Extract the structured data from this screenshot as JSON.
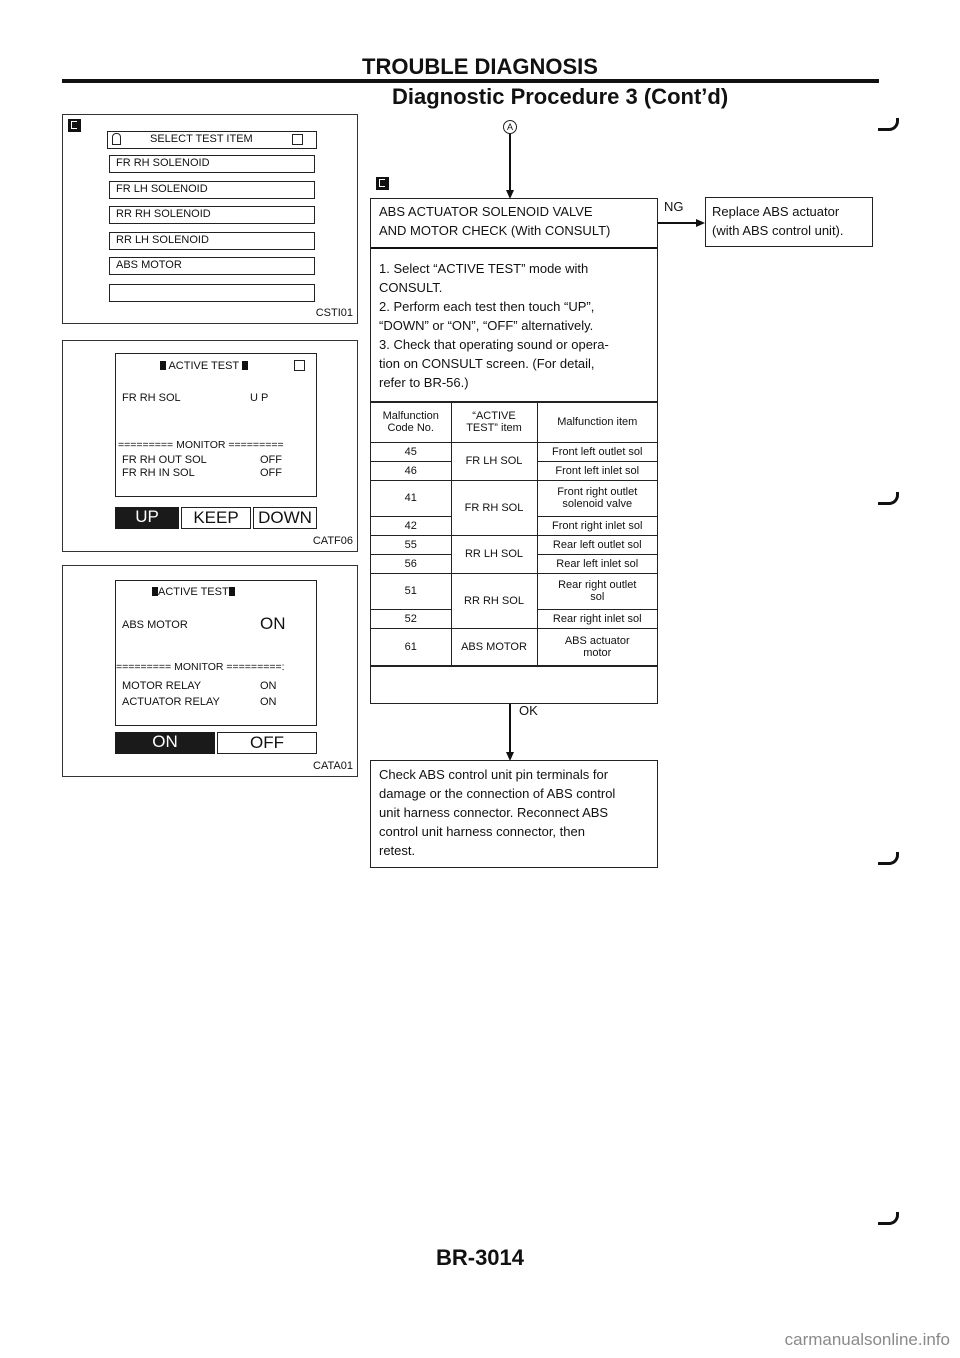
{
  "header": {
    "title": "TROUBLE DIAGNOSIS",
    "subtitle": "Diagnostic Procedure 3 (Cont’d)"
  },
  "panel1": {
    "header": "SELECT TEST ITEM",
    "items": [
      "FR RH SOLENOID",
      "FR LH SOLENOID",
      "RR RH SOLENOID",
      "RR LH SOLENOID",
      "ABS MOTOR",
      ""
    ],
    "code": "CSTI01"
  },
  "panel2": {
    "title": "ACTIVE TEST",
    "item_name": "FR RH SOL",
    "item_value": "U P",
    "monitor_line": "========= MONITOR =========",
    "rows": [
      {
        "label": "FR RH OUT SOL",
        "value": "OFF"
      },
      {
        "label": "FR RH  IN SOL",
        "value": "OFF"
      }
    ],
    "buttons": [
      "UP",
      "KEEP",
      "DOWN"
    ],
    "code": "CATF06"
  },
  "panel3": {
    "title": "ACTIVE TEST",
    "item_name": "ABS MOTOR",
    "item_value": "ON",
    "monitor_line": "========= MONITOR =========:",
    "rows": [
      {
        "label": "MOTOR RELAY",
        "value": "ON"
      },
      {
        "label": "ACTUATOR RELAY",
        "value": "ON"
      }
    ],
    "buttons": [
      "ON",
      "OFF"
    ],
    "code": "CATA01"
  },
  "flow": {
    "connector": "A",
    "box_title_line1": "ABS ACTUATOR SOLENOID VALVE",
    "box_title_line2": "AND MOTOR CHECK (With CONSULT)",
    "steps": [
      "1. Select “ACTIVE TEST” mode with",
      "    CONSULT.",
      "2. Perform each test then touch “UP”,",
      "    “DOWN” or “ON”, “OFF” alternatively.",
      "3. Check that operating sound or opera-",
      "    tion on CONSULT screen. (For detail,",
      "    refer to BR-56.)"
    ],
    "table": {
      "headers": [
        "Malfunction Code No.",
        "“ACTIVE TEST” item",
        "Malfunction item"
      ],
      "h1a": "Malfunction",
      "h1b": "Code No.",
      "h2a": "“ACTIVE",
      "h2b": "TEST” item",
      "h3": "Malfunction item",
      "c45": "45",
      "c46": "46",
      "c41": "41",
      "c42": "42",
      "c55": "55",
      "c56": "56",
      "c51": "51",
      "c52": "52",
      "c61": "61",
      "g1": "FR LH SOL",
      "g2": "FR RH SOL",
      "g3": "RR LH SOL",
      "g4": "RR RH SOL",
      "g5": "ABS MOTOR",
      "m45": "Front left outlet sol",
      "m46": "Front left inlet sol",
      "m41a": "Front right outlet",
      "m41b": "solenoid valve",
      "m42": "Front right inlet sol",
      "m55": "Rear left outlet sol",
      "m56": "Rear left inlet sol",
      "m51a": "Rear right outlet",
      "m51b": "sol",
      "m52": "Rear right inlet sol",
      "m61a": "ABS actuator",
      "m61b": "motor"
    },
    "ng_label": "NG",
    "ok_label": "OK",
    "ng_box_line1": "Replace ABS actuator",
    "ng_box_line2": "(with ABS control unit).",
    "final_lines": [
      "Check ABS control unit pin terminals for",
      "damage or the connection of ABS control",
      "unit harness connector. Reconnect ABS",
      "control unit harness connector, then",
      "retest."
    ]
  },
  "footer": "BR-3014",
  "watermark": "carmanualsonline.info"
}
